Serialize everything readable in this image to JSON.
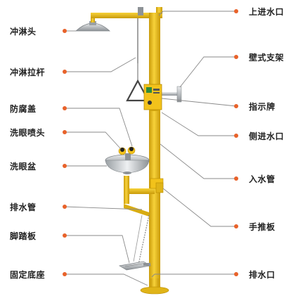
{
  "diagram": {
    "left_labels": [
      {
        "id": "shower-head",
        "text": "冲淋头"
      },
      {
        "id": "shower-pull-rod",
        "text": "冲淋拉杆"
      },
      {
        "id": "dust-cover",
        "text": "防腐盖"
      },
      {
        "id": "eyewash-nozzle",
        "text": "洗眼喷头"
      },
      {
        "id": "eyewash-bowl",
        "text": "洗眼盆"
      },
      {
        "id": "drain-pipe",
        "text": "排水管"
      },
      {
        "id": "foot-pedal",
        "text": "脚踏板"
      },
      {
        "id": "fixed-base",
        "text": "固定底座"
      }
    ],
    "right_labels": [
      {
        "id": "top-water-inlet",
        "text": "上进水口"
      },
      {
        "id": "wall-bracket",
        "text": "壁式支架"
      },
      {
        "id": "indicator-sign",
        "text": "指示牌"
      },
      {
        "id": "side-water-inlet",
        "text": "侧进水口"
      },
      {
        "id": "inlet-pipe",
        "text": "入水管"
      },
      {
        "id": "hand-push-plate",
        "text": "手推板"
      },
      {
        "id": "drain-outlet",
        "text": "排水口"
      }
    ]
  },
  "colors": {
    "pipe_yellow": "#f2c21b",
    "pipe_shade": "#c99a0a",
    "leader_line": "#8a8a8a",
    "dot_orange": "#e8622a",
    "metal": "#b8bcc0"
  }
}
